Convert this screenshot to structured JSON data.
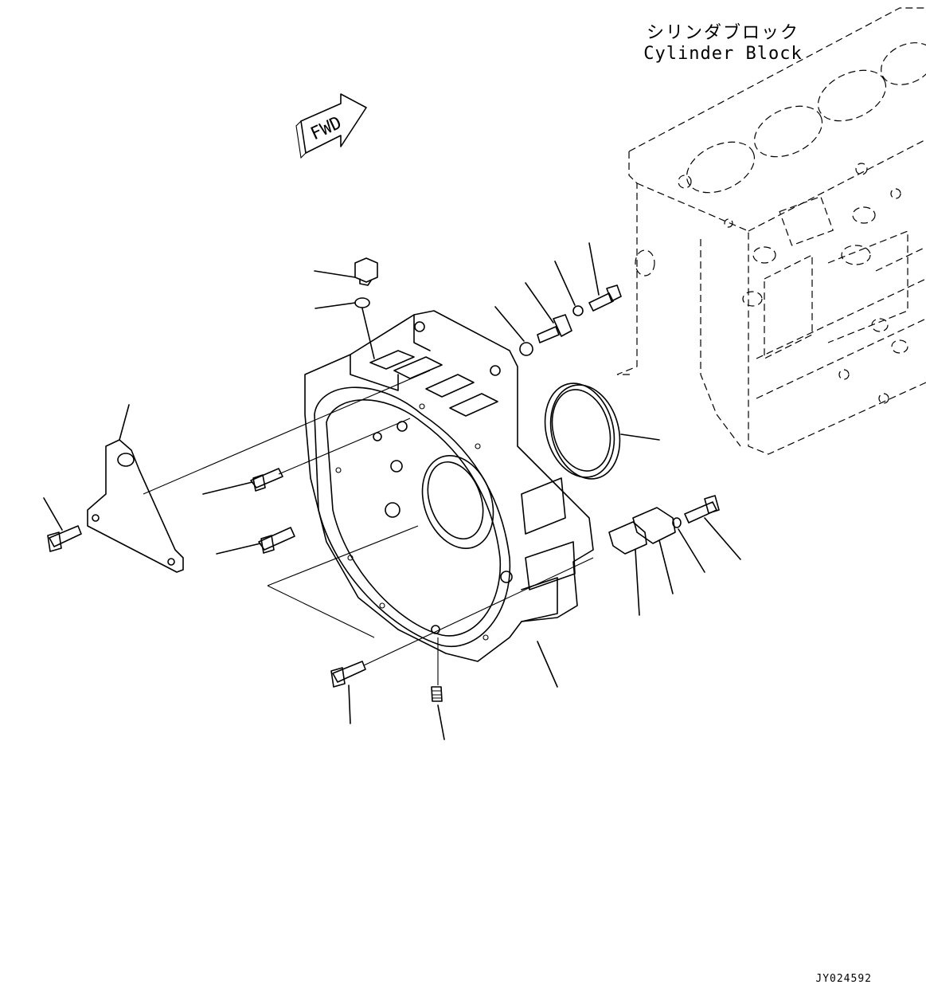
{
  "labels": {
    "title_jp": "シリンダブロック",
    "title_en": "Cylinder Block",
    "direction": "FWD",
    "drawing_code": "JY024592"
  }
}
